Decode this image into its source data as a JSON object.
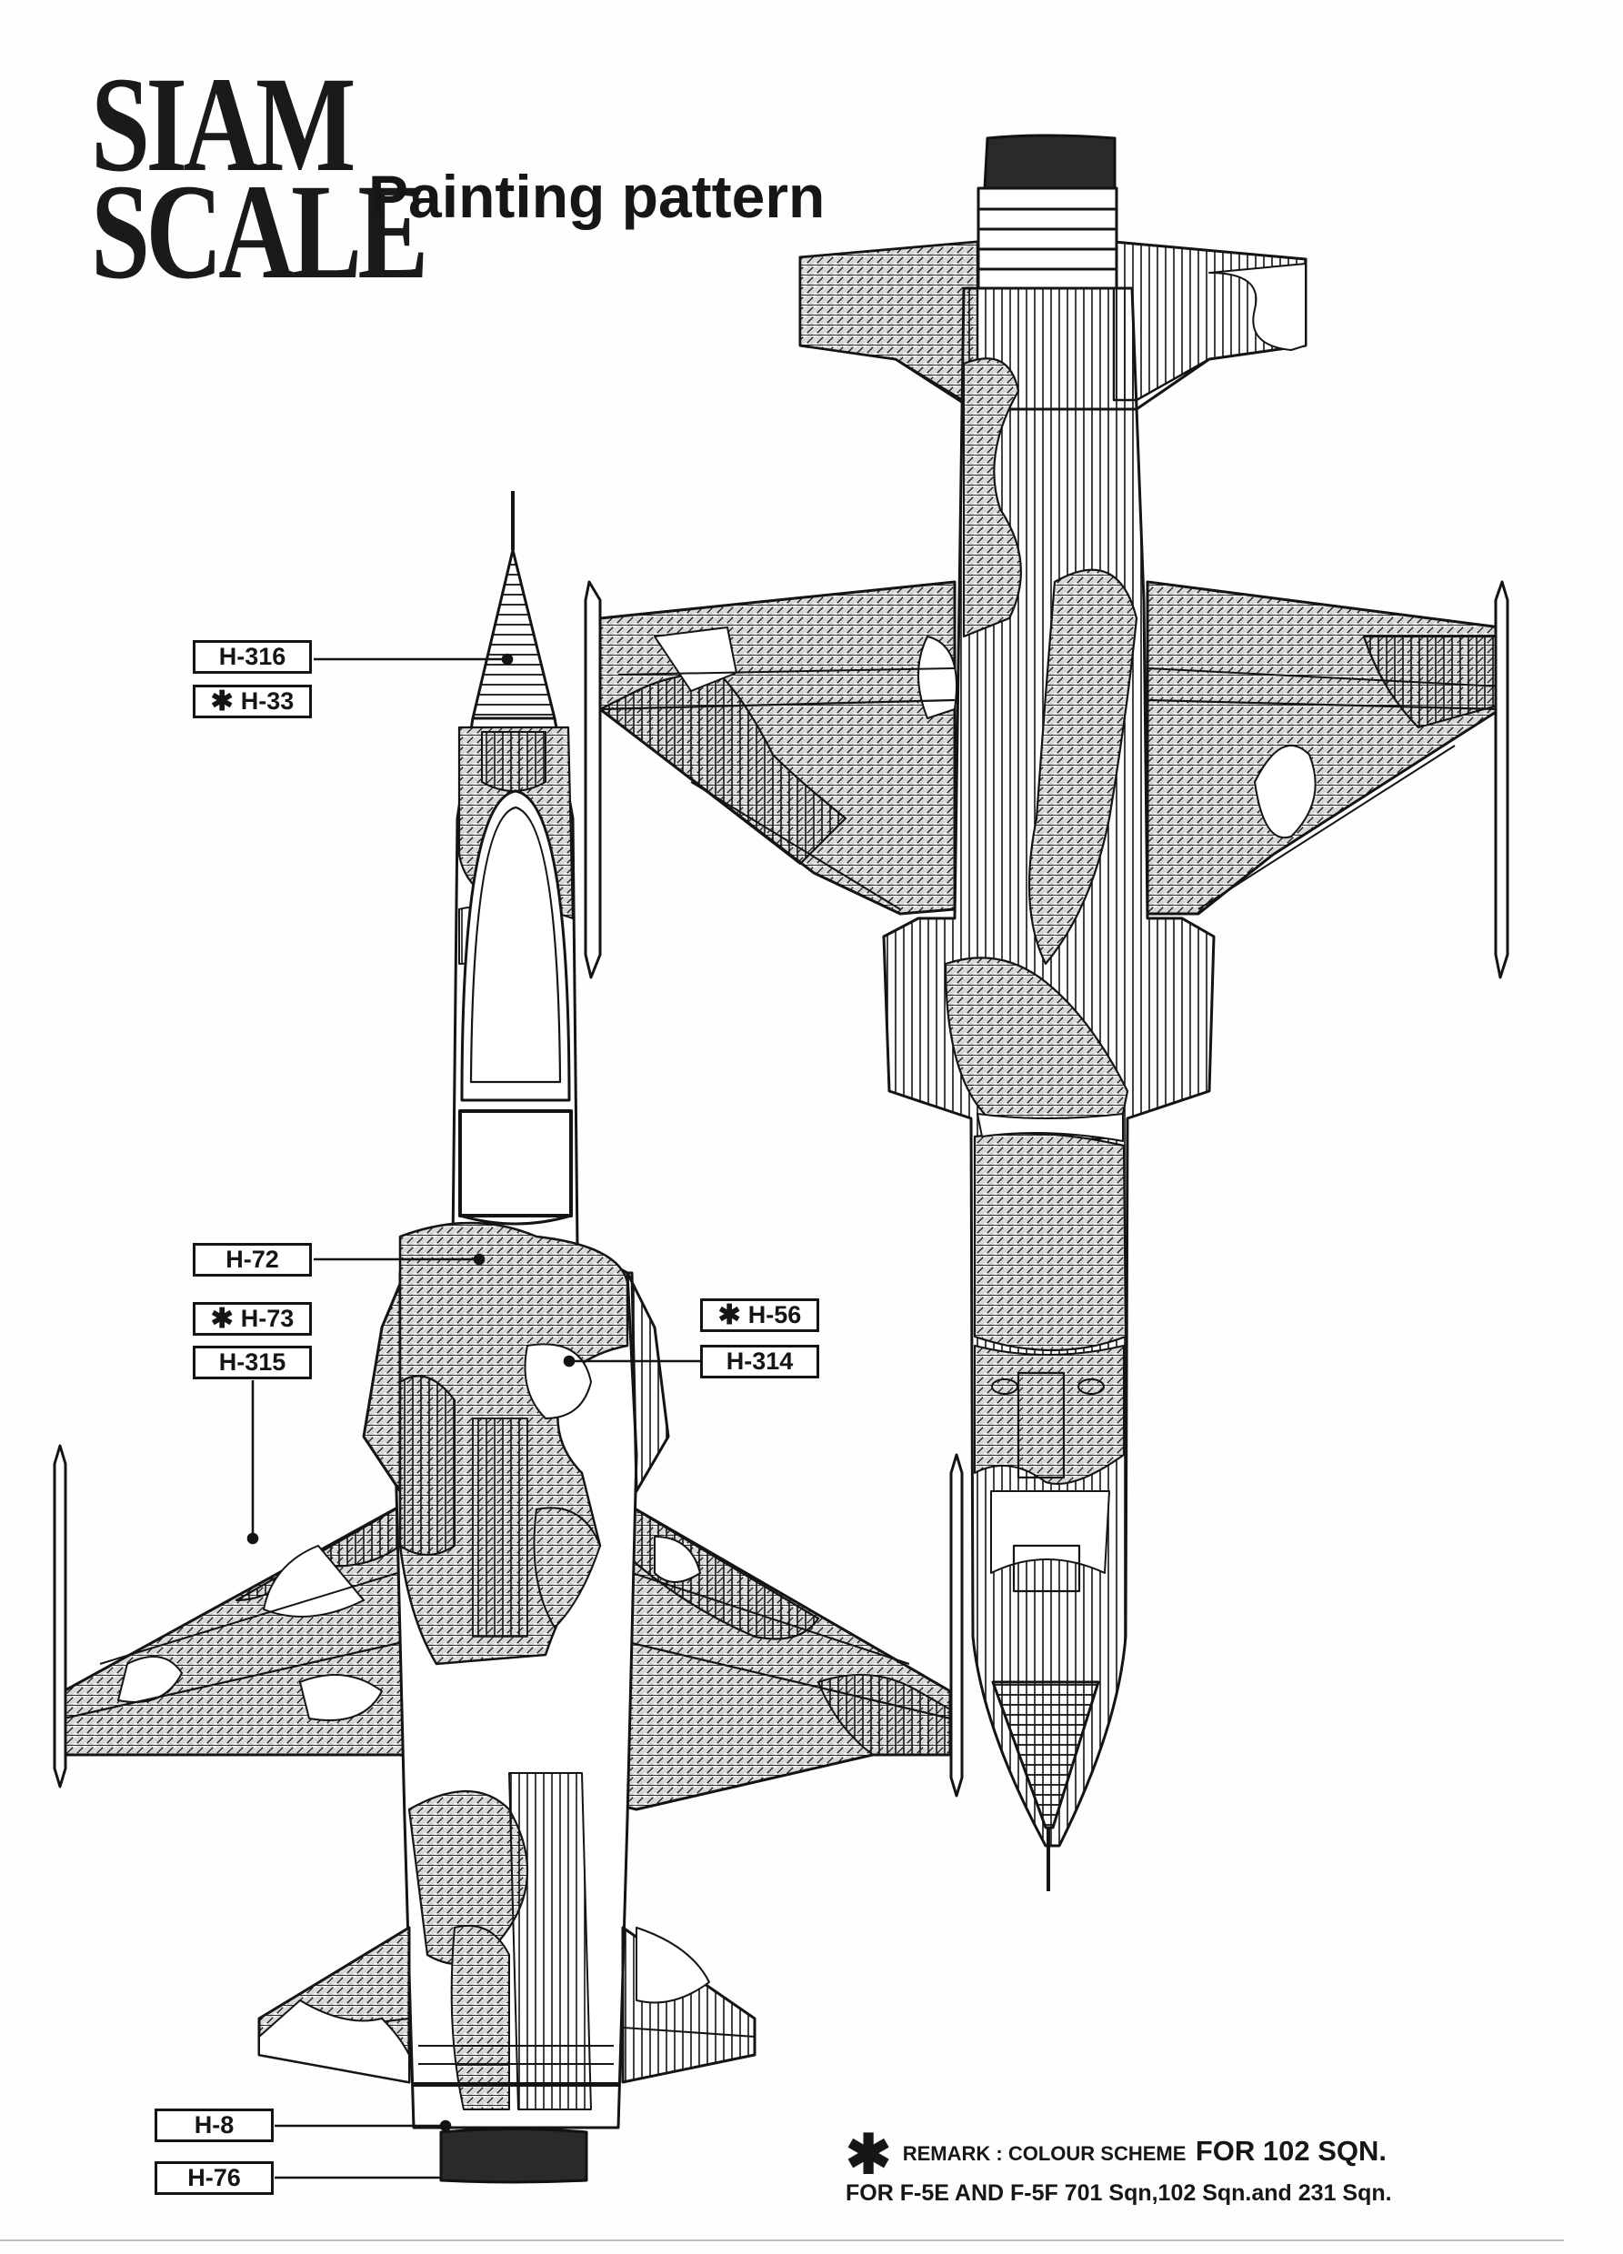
{
  "header": {
    "logo_line1": "SIAM",
    "logo_line2": "SCALE",
    "title": "Painting pattern"
  },
  "aircraft": [
    {
      "view": "underside",
      "position": "right"
    },
    {
      "view": "top",
      "position": "left"
    }
  ],
  "callouts": [
    {
      "id": "h316",
      "code": "H-316",
      "starred": false,
      "target": "nose-cone"
    },
    {
      "id": "h33",
      "code": "H-33",
      "starred": true,
      "target": "nose-cone"
    },
    {
      "id": "h72",
      "code": "H-72",
      "starred": false,
      "target": "fuselage-camo-dark"
    },
    {
      "id": "h73",
      "code": "H-73",
      "starred": true,
      "target": "fuselage-camo-dark"
    },
    {
      "id": "h315",
      "code": "H-315",
      "starred": false,
      "target": "wing-base"
    },
    {
      "id": "h56",
      "code": "H-56",
      "starred": true,
      "target": "fuselage-camo-light"
    },
    {
      "id": "h314",
      "code": "H-314",
      "starred": false,
      "target": "fuselage-camo-light"
    },
    {
      "id": "h8",
      "code": "H-8",
      "starred": false,
      "target": "tail-metal"
    },
    {
      "id": "h76",
      "code": "H-76",
      "starred": false,
      "target": "exhaust"
    }
  ],
  "star_glyph": "✱",
  "remark": {
    "prefix": "REMARK : COLOUR SCHEME",
    "emphasis": "FOR 102 SQN."
  },
  "footnote": "FOR F-5E AND F-5F 701 Sqn,102 Sqn.and 231 Sqn.",
  "colors": {
    "ink": "#141414",
    "paper": "#fefefc",
    "exhaust": "#2a2a2a"
  }
}
